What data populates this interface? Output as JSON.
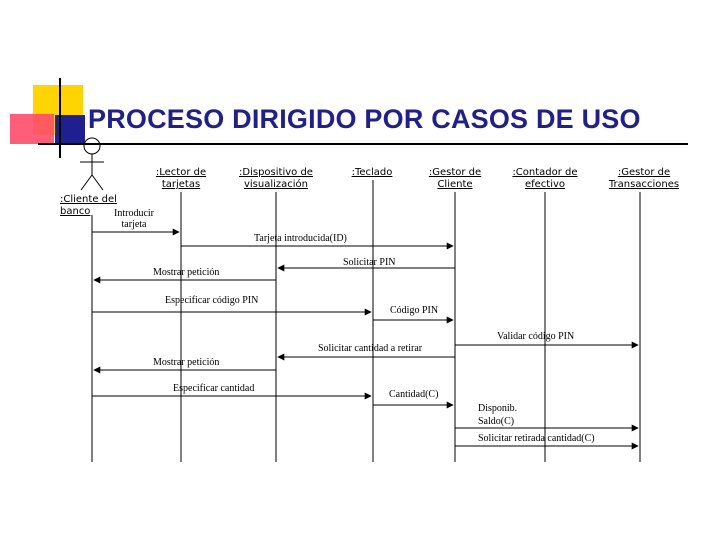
{
  "title": "PROCESO DIRIGIDO POR CASOS DE USO",
  "colors": {
    "title": "#1f1f8f",
    "yellow": "#ffd400",
    "red": "#ff4d6d",
    "blue": "#1f1f8f"
  },
  "actor": {
    "icon": "stick-figure-icon",
    "name": ":Cliente del banco"
  },
  "objects": [
    {
      "id": "lector",
      "label": ":Lector de tarjetas"
    },
    {
      "id": "dispositivo",
      "label": ":Dispositivo de visualización"
    },
    {
      "id": "teclado",
      "label": ":Teclado"
    },
    {
      "id": "gestor_cliente",
      "label": ":Gestor de Cliente"
    },
    {
      "id": "contador",
      "label": ":Contador de efectivo"
    },
    {
      "id": "gestor_trans",
      "label": ":Gestor de Transacciones"
    }
  ],
  "messages": [
    {
      "label": "Introducir tarjeta",
      "from": "cliente",
      "to": "lector"
    },
    {
      "label": "Tarjeta introducida(ID)",
      "from": "lector",
      "to": "gestor_cliente"
    },
    {
      "label": "Solicitar PIN",
      "from": "gestor_cliente",
      "to": "dispositivo"
    },
    {
      "label": "Mostrar petición",
      "from": "dispositivo",
      "to": "cliente"
    },
    {
      "label": "Especificar código PIN",
      "from": "cliente",
      "to": "teclado"
    },
    {
      "label": "Código PIN",
      "from": "teclado",
      "to": "gestor_cliente"
    },
    {
      "label": "Validar código PIN",
      "from": "gestor_cliente",
      "to": "gestor_trans"
    },
    {
      "label": "Solicitar cantidad a retirar",
      "from": "gestor_cliente",
      "to": "dispositivo"
    },
    {
      "label": "Mostrar petición",
      "from": "dispositivo",
      "to": "cliente"
    },
    {
      "label": "Especificar cantidad",
      "from": "cliente",
      "to": "teclado"
    },
    {
      "label": "Cantidad(C)",
      "from": "teclado",
      "to": "gestor_cliente"
    },
    {
      "label": "Disponib. Saldo(C)",
      "from": "gestor_cliente",
      "to": "gestor_trans"
    },
    {
      "label": "Solicitar retirada cantidad(C)",
      "from": "gestor_cliente",
      "to": "gestor_trans"
    }
  ]
}
